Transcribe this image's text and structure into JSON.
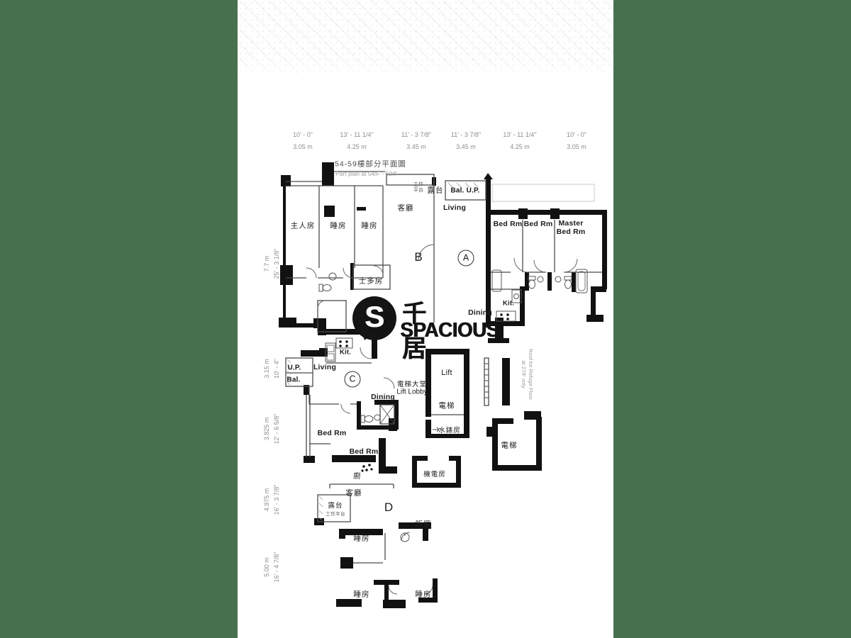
{
  "canvas": {
    "background": "#47714E",
    "paper": "#FFFFFF",
    "ink": "#1A1A1A",
    "dim_text": "#8D8D8D"
  },
  "header": {
    "title_zh": "54-59樓部分平面圖",
    "title_en": "Part plan at 54/F - 59/F"
  },
  "logo": {
    "initial": "S",
    "name_zh": "千居",
    "name_en": "SPACIOUS"
  },
  "note": {
    "line1": "Roof for Refuge Floor",
    "line2": "at 27/F only"
  },
  "dimensions": {
    "top": [
      {
        "ft": "10' - 0\"",
        "m": "3.05 m"
      },
      {
        "ft": "13' - 11 1/4\"",
        "m": "4.25 m"
      },
      {
        "ft": "11' - 3 7/8\"",
        "m": "3.45 m"
      },
      {
        "ft": "11' - 3 7/8\"",
        "m": "3.45 m"
      },
      {
        "ft": "13' - 11 1/4\"",
        "m": "4.25 m"
      },
      {
        "ft": "10' - 0\"",
        "m": "3.05 m"
      }
    ],
    "left": [
      {
        "ft": "25' - 3 1/8\"",
        "m": "7.7 m"
      },
      {
        "ft": "10' - 4\"",
        "m": "3.15 m"
      },
      {
        "ft": "12' - 6 5/8\"",
        "m": "3.825 m"
      },
      {
        "ft": "16' - 3 7/8\"",
        "m": "4.975 m"
      },
      {
        "ft": "16' - 4 7/8\"",
        "m": "5.00 m"
      }
    ]
  },
  "units": {
    "a": "A",
    "b": "B",
    "c": "C",
    "d": "D"
  },
  "labels": [
    {
      "text": "主人房"
    },
    {
      "text": "睡房"
    },
    {
      "text": "睡房"
    },
    {
      "text": "客廳"
    },
    {
      "text": "士多房"
    },
    {
      "text": "工作平台"
    },
    {
      "text": "露台"
    },
    {
      "text": "Bal. U.P."
    },
    {
      "text": "Living"
    },
    {
      "text": "Bed Rm"
    },
    {
      "text": "Bed Rm"
    },
    {
      "text": "Master Bed Rm"
    },
    {
      "text": "Kit."
    },
    {
      "text": "Dining"
    },
    {
      "text": "Kit."
    },
    {
      "text": "U.P."
    },
    {
      "text": "Bal."
    },
    {
      "text": "Living"
    },
    {
      "text": "Dining"
    },
    {
      "text": "電梯大堂"
    },
    {
      "text": "Lift Lobby"
    },
    {
      "text": "Lift"
    },
    {
      "text": "電梯"
    },
    {
      "text": "水錶房"
    },
    {
      "text": "電梯"
    },
    {
      "text": "Bed Rm"
    },
    {
      "text": "Bed Rm"
    },
    {
      "text": "機電房"
    },
    {
      "text": "廚"
    },
    {
      "text": "客廳"
    },
    {
      "text": "露台"
    },
    {
      "text": "工作平台"
    },
    {
      "text": "飯廳"
    },
    {
      "text": "睡房"
    },
    {
      "text": "睡房"
    },
    {
      "text": "睡房"
    }
  ]
}
